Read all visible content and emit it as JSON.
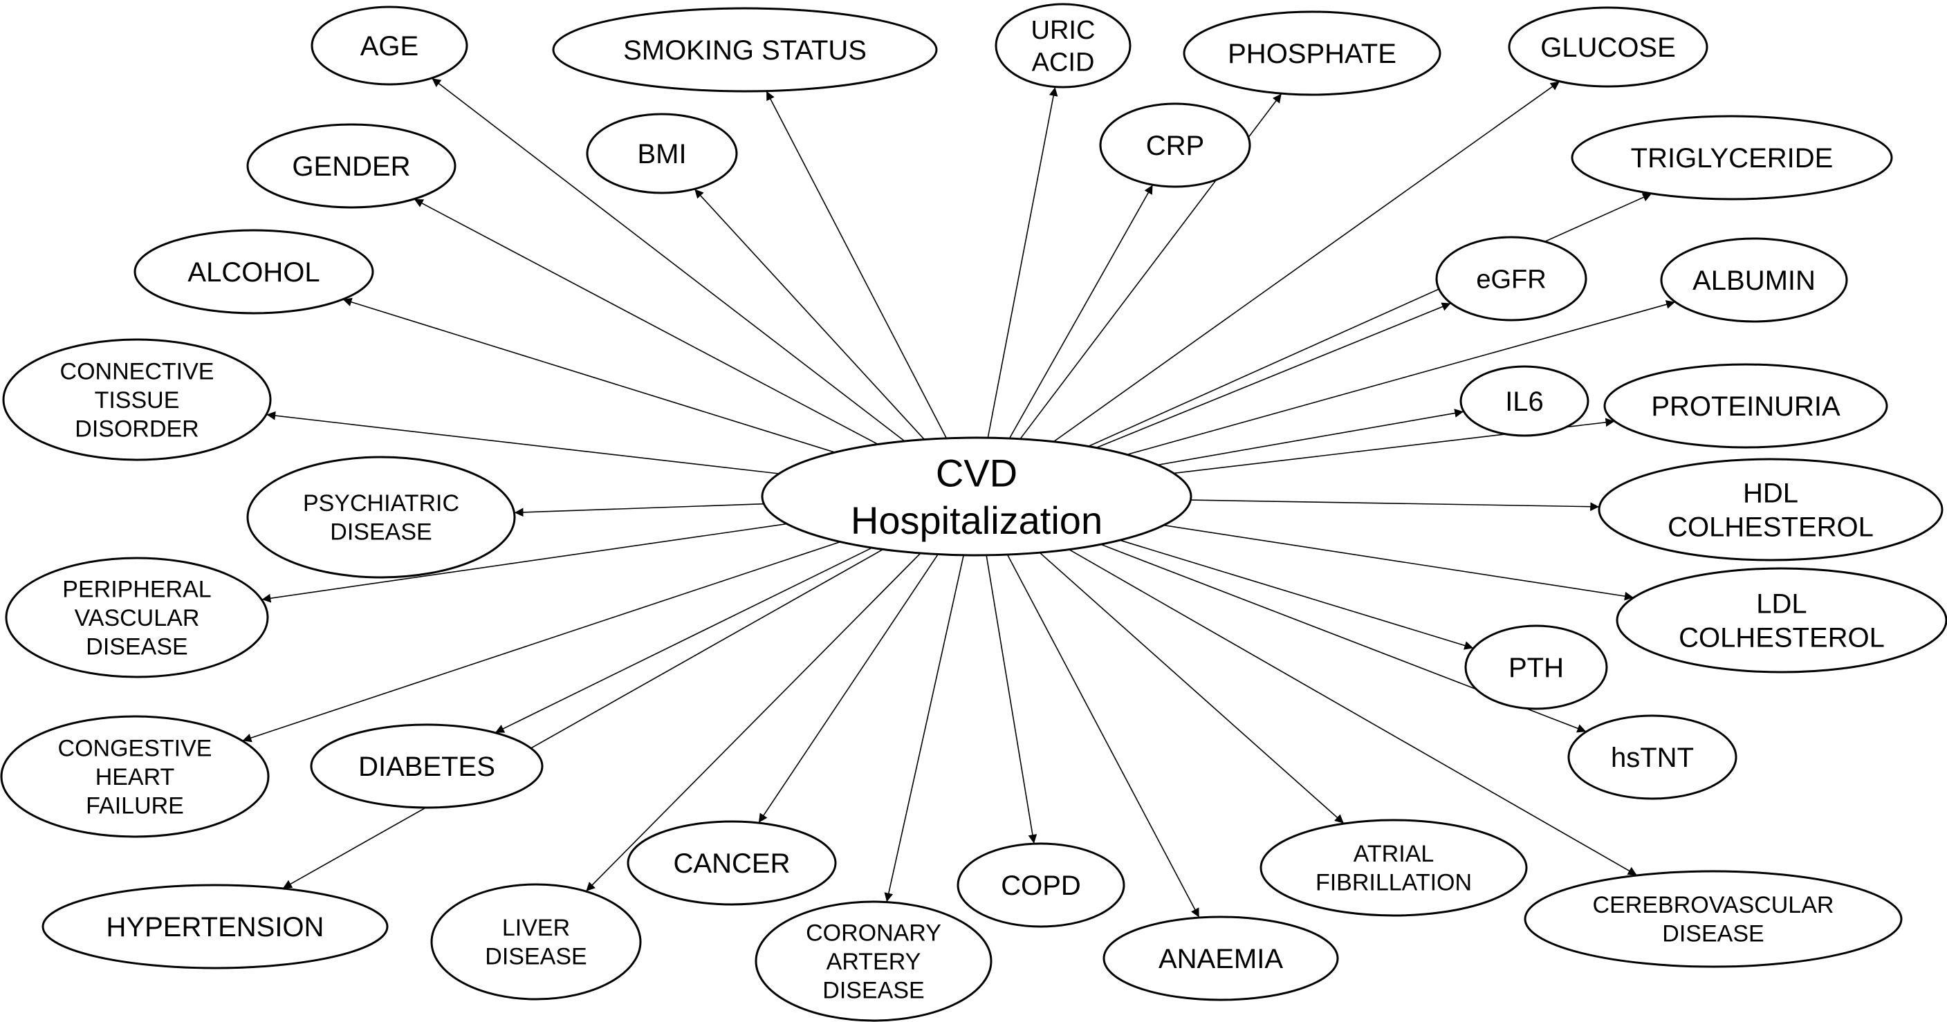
{
  "colors": {
    "stroke": "#000000",
    "fill": "#ffffff",
    "text": "#000000"
  },
  "center": {
    "id": "cvd",
    "label_lines": [
      "CVD",
      "Hospitalization"
    ]
  },
  "nodes": [
    {
      "id": "age",
      "label_lines": [
        "AGE"
      ]
    },
    {
      "id": "smoking-status",
      "label_lines": [
        "SMOKING STATUS"
      ]
    },
    {
      "id": "uric-acid",
      "label_lines": [
        "URIC",
        "ACID"
      ]
    },
    {
      "id": "phosphate",
      "label_lines": [
        "PHOSPHATE"
      ]
    },
    {
      "id": "glucose",
      "label_lines": [
        "GLUCOSE"
      ]
    },
    {
      "id": "gender",
      "label_lines": [
        "GENDER"
      ]
    },
    {
      "id": "bmi",
      "label_lines": [
        "BMI"
      ]
    },
    {
      "id": "crp",
      "label_lines": [
        "CRP"
      ]
    },
    {
      "id": "triglyceride",
      "label_lines": [
        "TRIGLYCERIDE"
      ]
    },
    {
      "id": "alcohol",
      "label_lines": [
        "ALCOHOL"
      ]
    },
    {
      "id": "egfr",
      "label_lines": [
        "eGFR"
      ]
    },
    {
      "id": "albumin",
      "label_lines": [
        "ALBUMIN"
      ]
    },
    {
      "id": "connective-tissue-disorder",
      "label_lines": [
        "CONNECTIVE",
        "TISSUE",
        "DISORDER"
      ]
    },
    {
      "id": "il6",
      "label_lines": [
        "IL6"
      ]
    },
    {
      "id": "proteinuria",
      "label_lines": [
        "PROTEINURIA"
      ]
    },
    {
      "id": "psychiatric-disease",
      "label_lines": [
        "PSYCHIATRIC",
        "DISEASE"
      ]
    },
    {
      "id": "hdl-colhesterol",
      "label_lines": [
        "HDL",
        "COLHESTEROL"
      ]
    },
    {
      "id": "peripheral-vascular-disease",
      "label_lines": [
        "PERIPHERAL",
        "VASCULAR",
        "DISEASE"
      ]
    },
    {
      "id": "ldl-colhesterol",
      "label_lines": [
        "LDL",
        "COLHESTEROL"
      ]
    },
    {
      "id": "pth",
      "label_lines": [
        "PTH"
      ]
    },
    {
      "id": "congestive-heart-failure",
      "label_lines": [
        "CONGESTIVE",
        "HEART",
        "FAILURE"
      ]
    },
    {
      "id": "diabetes",
      "label_lines": [
        "DIABETES"
      ]
    },
    {
      "id": "hstnt",
      "label_lines": [
        "hsTNT"
      ]
    },
    {
      "id": "cancer",
      "label_lines": [
        "CANCER"
      ]
    },
    {
      "id": "atrial-fibrillation",
      "label_lines": [
        "ATRIAL",
        "FIBRILLATION"
      ]
    },
    {
      "id": "hypertension",
      "label_lines": [
        "HYPERTENSION"
      ]
    },
    {
      "id": "copd",
      "label_lines": [
        "COPD"
      ]
    },
    {
      "id": "cerebrovascular-disease",
      "label_lines": [
        "CEREBROVASCULAR",
        "DISEASE"
      ]
    },
    {
      "id": "liver-disease",
      "label_lines": [
        "LIVER",
        "DISEASE"
      ]
    },
    {
      "id": "anaemia",
      "label_lines": [
        "ANAEMIA"
      ]
    },
    {
      "id": "coronary-artery-disease",
      "label_lines": [
        "CORONARY",
        "ARTERY",
        "DISEASE"
      ]
    }
  ],
  "edges": [
    {
      "from": "cvd",
      "to": "age"
    },
    {
      "from": "cvd",
      "to": "smoking-status"
    },
    {
      "from": "cvd",
      "to": "uric-acid"
    },
    {
      "from": "cvd",
      "to": "phosphate"
    },
    {
      "from": "cvd",
      "to": "glucose"
    },
    {
      "from": "cvd",
      "to": "gender"
    },
    {
      "from": "cvd",
      "to": "bmi"
    },
    {
      "from": "cvd",
      "to": "crp"
    },
    {
      "from": "cvd",
      "to": "triglyceride"
    },
    {
      "from": "cvd",
      "to": "alcohol"
    },
    {
      "from": "cvd",
      "to": "egfr"
    },
    {
      "from": "cvd",
      "to": "albumin"
    },
    {
      "from": "cvd",
      "to": "connective-tissue-disorder"
    },
    {
      "from": "cvd",
      "to": "il6"
    },
    {
      "from": "cvd",
      "to": "proteinuria"
    },
    {
      "from": "cvd",
      "to": "psychiatric-disease"
    },
    {
      "from": "cvd",
      "to": "hdl-colhesterol"
    },
    {
      "from": "cvd",
      "to": "peripheral-vascular-disease"
    },
    {
      "from": "cvd",
      "to": "ldl-colhesterol"
    },
    {
      "from": "cvd",
      "to": "pth"
    },
    {
      "from": "cvd",
      "to": "congestive-heart-failure"
    },
    {
      "from": "cvd",
      "to": "diabetes"
    },
    {
      "from": "cvd",
      "to": "hstnt"
    },
    {
      "from": "cvd",
      "to": "cancer"
    },
    {
      "from": "cvd",
      "to": "atrial-fibrillation"
    },
    {
      "from": "cvd",
      "to": "hypertension"
    },
    {
      "from": "cvd",
      "to": "copd"
    },
    {
      "from": "cvd",
      "to": "cerebrovascular-disease"
    },
    {
      "from": "cvd",
      "to": "liver-disease"
    },
    {
      "from": "cvd",
      "to": "anaemia"
    },
    {
      "from": "cvd",
      "to": "coronary-artery-disease"
    }
  ]
}
